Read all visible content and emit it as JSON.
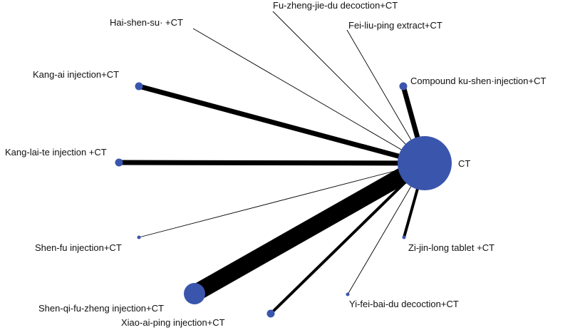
{
  "colors": {
    "node": "#3a55ac",
    "edge": "#000000",
    "background": "#ffffff"
  },
  "network": {
    "hub": {
      "id": "ct",
      "label": "CT"
    },
    "treatments": [
      {
        "id": "hai-shen-su",
        "label": "Hai-shen-su· +CT",
        "edge": "thin",
        "node": "none"
      },
      {
        "id": "fu-zheng-jie-du",
        "label": "Fu-zheng-jie-du decoction+CT",
        "edge": "thin",
        "node": "none"
      },
      {
        "id": "fei-liu-ping",
        "label": "Fei-liu-ping extract+CT",
        "edge": "thin",
        "node": "none"
      },
      {
        "id": "compound-ku-shen",
        "label": "Compound ku-shen·injection+CT",
        "edge": "thick",
        "node": "small"
      },
      {
        "id": "kang-ai",
        "label": "Kang-ai injection+CT",
        "edge": "thick",
        "node": "small"
      },
      {
        "id": "kang-lai-te",
        "label": "Kang-lai-te injection +CT",
        "edge": "thick",
        "node": "small"
      },
      {
        "id": "shen-fu",
        "label": "Shen-fu injection+CT",
        "edge": "thin",
        "node": "tiny"
      },
      {
        "id": "zi-jin-long",
        "label": "Zi-jin-long tablet +CT",
        "edge": "medium",
        "node": "tiny"
      },
      {
        "id": "shen-qi-fu-zheng",
        "label": "Shen-qi-fu-zheng injection+CT",
        "edge": "widest",
        "node": "large"
      },
      {
        "id": "yi-fei-bai-du",
        "label": "Yi-fei-bai-du decoction+CT",
        "edge": "thin",
        "node": "tiny"
      },
      {
        "id": "xiao-ai-ping",
        "label": "Xiao-ai-ping injection+CT",
        "edge": "medium",
        "node": "small"
      }
    ]
  }
}
